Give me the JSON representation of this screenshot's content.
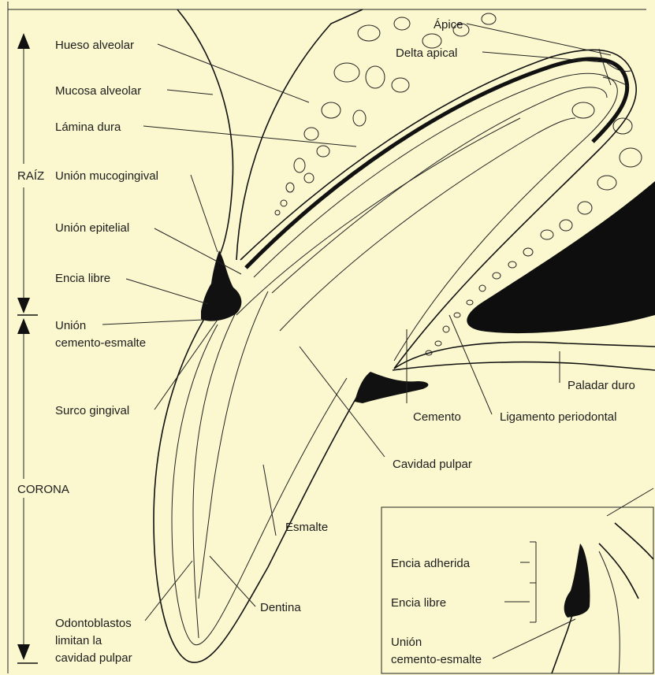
{
  "colors": {
    "background": "#fbf8cf",
    "ink": "#111111"
  },
  "labels": {
    "hueso_alveolar": "Hueso alveolar",
    "mucosa_alveolar": "Mucosa alveolar",
    "lamina_dura": "Lámina dura",
    "raiz": "RAÍZ",
    "union_mucogingival": "Unión mucogingival",
    "union_epitelial": "Unión epitelial",
    "encia_libre": "Encia libre",
    "union_cemento_1": "Unión",
    "union_cemento_2": "cemento-esmalte",
    "surco_gingival": "Surco gingival",
    "corona": "CORONA",
    "odonto_1": "Odontoblastos",
    "odonto_2": "limitan la",
    "odonto_3": "cavidad pulpar",
    "apice": "Ápice",
    "delta_apical": "Delta apical",
    "paladar_duro": "Paladar duro",
    "cemento": "Cemento",
    "ligamento": "Ligamento periodontal",
    "cavidad_pulpar": "Cavidad pulpar",
    "esmalte": "Esmalte",
    "dentina": "Dentina"
  },
  "inset": {
    "encia_adherida": "Encia adherida",
    "encia_libre": "Encia libre",
    "union_1": "Unión",
    "union_2": "cemento-esmalte"
  }
}
